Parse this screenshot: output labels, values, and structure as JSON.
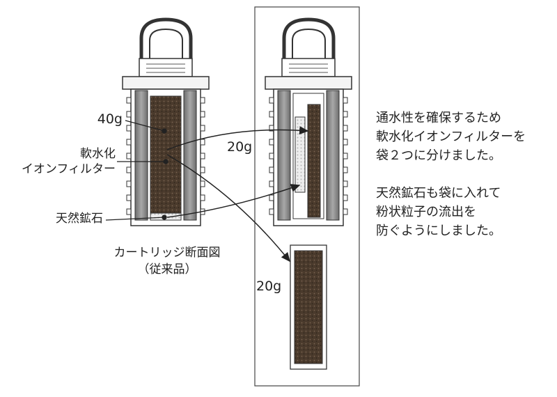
{
  "labels": {
    "weight_40": "40g",
    "softener": [
      "軟水化",
      "イオンフィルター"
    ],
    "mineral": "天然鉱石",
    "caption": [
      "カートリッジ断面図",
      "（従来品）"
    ],
    "weight_20_top": "20g",
    "weight_20_bottom": "20g"
  },
  "notes": [
    [
      "通水性を確保するため",
      "軟水化イオンフィルターを",
      "袋２つに分けました。"
    ],
    [
      "天然鉱石も袋に入れて",
      "粉状粒子の流出を",
      "防ぐようにしました。"
    ]
  ],
  "colors": {
    "line": "#333333",
    "wall": "#8a8a8a",
    "media": "#4a3a2c",
    "mineral": "#d8d8d8"
  }
}
